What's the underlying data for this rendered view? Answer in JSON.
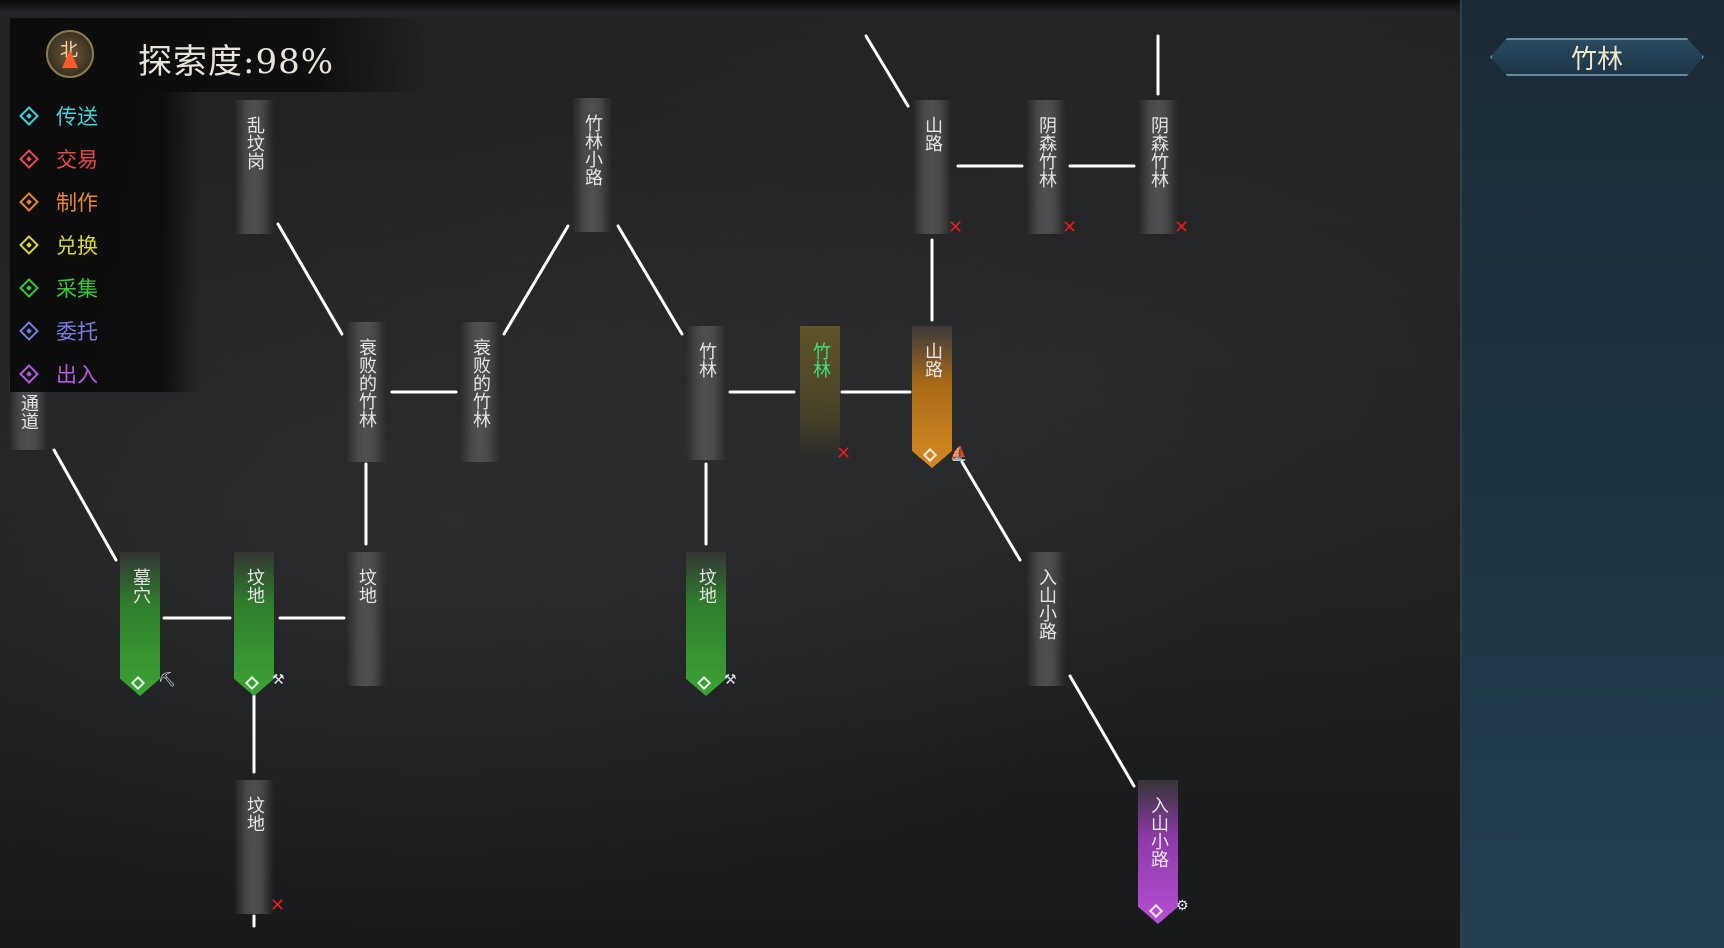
{
  "header": {
    "explore_text": "探索度:98%",
    "compass_label": "北"
  },
  "legend": [
    {
      "label": "传送",
      "color": "#3fd4d8"
    },
    {
      "label": "交易",
      "color": "#e84a4a"
    },
    {
      "label": "制作",
      "color": "#e8882a"
    },
    {
      "label": "兑换",
      "color": "#d8d830"
    },
    {
      "label": "采集",
      "color": "#38c838"
    },
    {
      "label": "委托",
      "color": "#7a7ae0"
    },
    {
      "label": "出入",
      "color": "#b45ae0"
    }
  ],
  "panel": {
    "title": "竹林"
  },
  "nodes": {
    "n_tongdao": "通道",
    "n_luanfengang": "乱坟岗",
    "n_zhulinxiaolu": "竹林小路",
    "n_shanlu_top": "山路",
    "n_yinsen1": "阴森竹林",
    "n_yinsen2": "阴森竹林",
    "n_shuaibai1": "衰败的竹林",
    "n_shuaibai2": "衰败的竹林",
    "n_zhulin1": "竹林",
    "n_zhulin_cur": "竹林",
    "n_shanlu_mid": "山路",
    "n_muxue": "墓穴",
    "n_fendi1": "坟地",
    "n_fendi2": "坟地",
    "n_fendi3": "坟地",
    "n_rushan1": "入山小路",
    "n_fendi4": "坟地",
    "n_rushan2": "入山小路"
  },
  "badges": {
    "x": "✕",
    "tool_muxue": "⛏",
    "tool_fendi1": "⚒",
    "tool_fendi3": "⚒",
    "tool_shanlu": "⛵",
    "tool_rushan": "⚙"
  },
  "colors": {
    "link": "#ffffff",
    "current_text": "#3fe07a",
    "close": "#e21b1b"
  }
}
